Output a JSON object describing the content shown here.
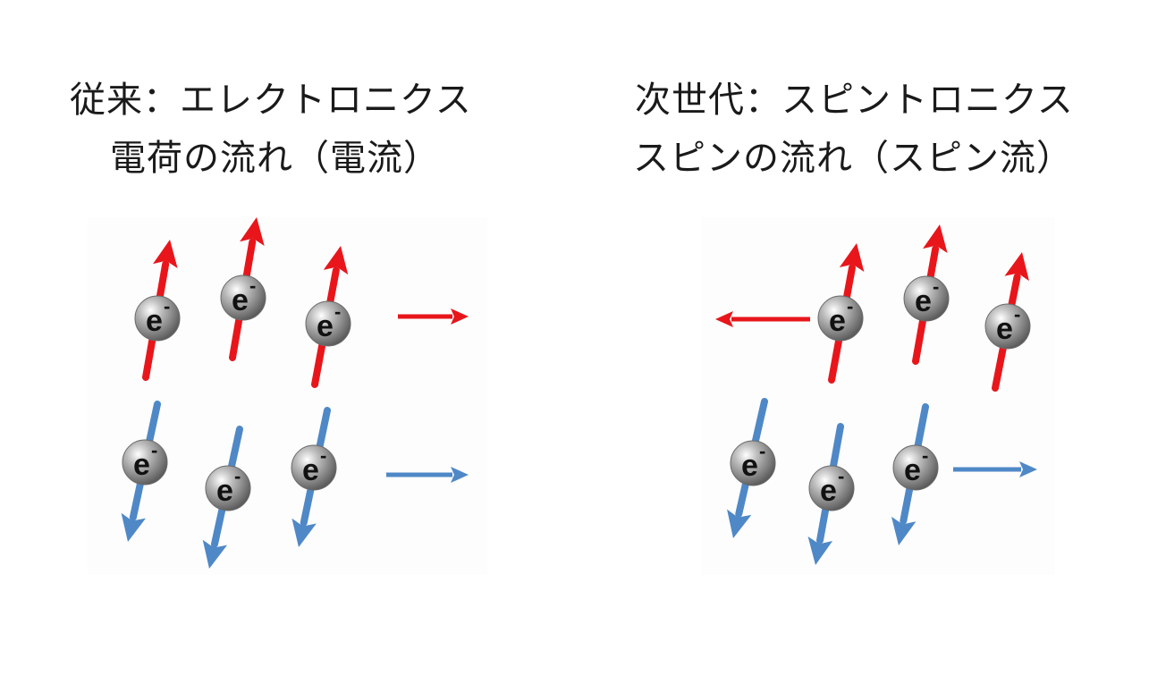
{
  "left_panel": {
    "title": "従来：エレクトロニクス",
    "subtitle": "電荷の流れ（電流）",
    "up_flow": "right",
    "down_flow": "right"
  },
  "right_panel": {
    "title": "次世代：スピントロニクス",
    "subtitle": "スピンの流れ（スピン流）",
    "up_flow": "left",
    "down_flow": "right"
  },
  "particle_label": "e",
  "particle_charge": "-",
  "colors": {
    "spin_up": "#e8161b",
    "spin_down": "#4f88c6",
    "electron": "#8e8e8e",
    "panel_bg": "#fdfdfd",
    "text": "#1a1a1a"
  },
  "icons": {
    "electron": "electron-sphere-icon",
    "spin_up": "spin-up-arrow-icon",
    "spin_down": "spin-down-arrow-icon",
    "flow": "flow-arrow-icon"
  }
}
